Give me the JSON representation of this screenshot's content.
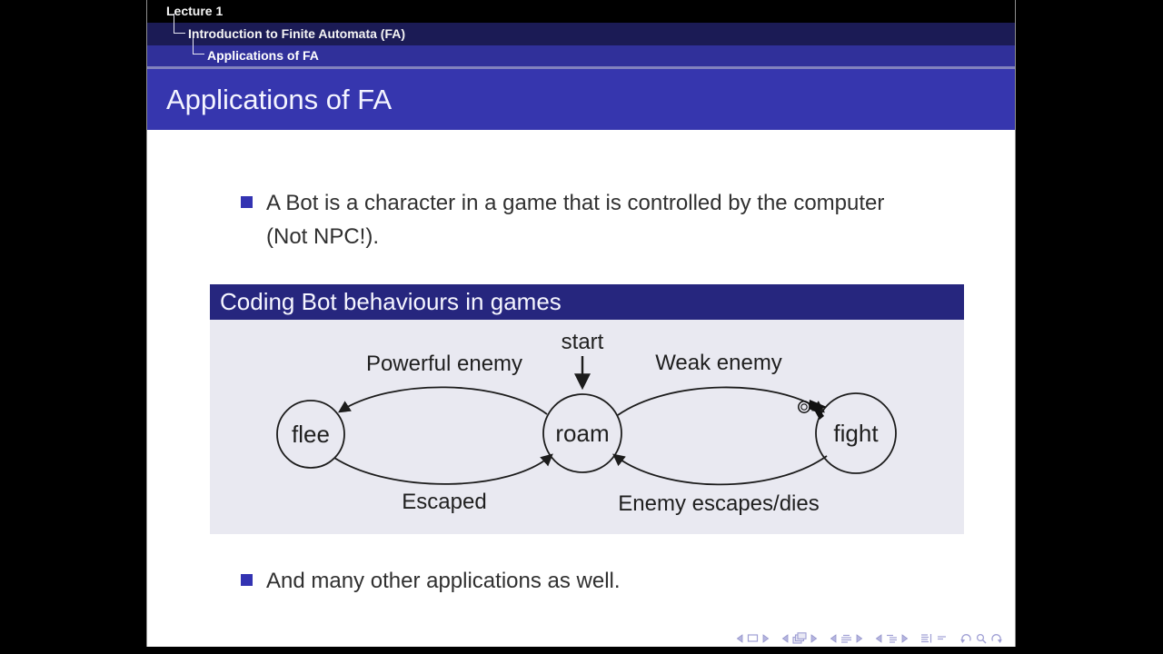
{
  "header": {
    "lecture_label": "Lecture 1",
    "section_label": "Introduction to Finite Automata (FA)",
    "subsection_label": "Applications of FA"
  },
  "title_bar": {
    "title": "Applications of FA"
  },
  "content": {
    "bullet1": "A Bot is a character in a game that is controlled by the computer (Not NPC!).",
    "bullet2": "And many other applications as well."
  },
  "block": {
    "title": "Coding Bot behaviours in games",
    "diagram": {
      "type": "state-machine",
      "start_label": "start",
      "initial_state": "roam",
      "states": [
        {
          "label": "flee"
        },
        {
          "label": "roam"
        },
        {
          "label": "fight"
        }
      ],
      "transitions": [
        {
          "from": "roam",
          "to": "flee",
          "label": "Powerful enemy"
        },
        {
          "from": "flee",
          "to": "roam",
          "label": "Escaped"
        },
        {
          "from": "roam",
          "to": "fight",
          "label": "Weak enemy"
        },
        {
          "from": "fight",
          "to": "roam",
          "label": "Enemy escapes/dies"
        }
      ]
    }
  },
  "nav": {
    "icons": [
      "prev-slide",
      "slide",
      "next-slide",
      "prev-frame",
      "frame",
      "next-frame",
      "prev-section",
      "section",
      "next-section",
      "prev-subsection",
      "subsection",
      "next-subsection",
      "last-frame",
      "appendix",
      "back",
      "search",
      "forward"
    ]
  },
  "colors": {
    "letterbox": "#000000",
    "section_bar_bg": "#1b1b55",
    "subsection_bar_bg": "#30309a",
    "title_bar_bg": "#3636ae",
    "block_header_bg": "#26267e",
    "block_body_bg": "#e9e9f1",
    "bullet_square": "#3333b2",
    "nav_icon": "#9f9fd4",
    "diagram_ink": "#1c1c1c"
  }
}
